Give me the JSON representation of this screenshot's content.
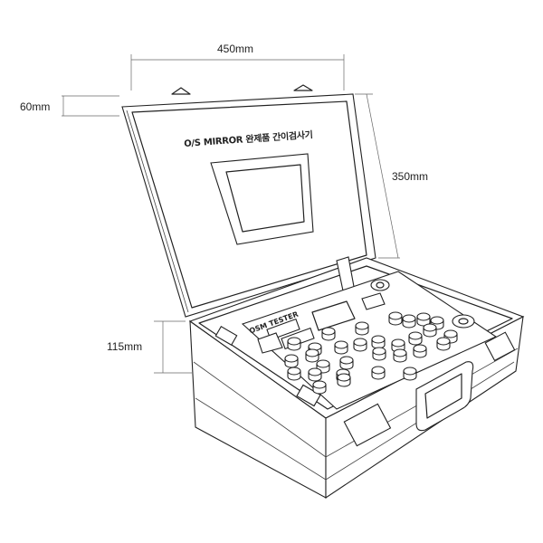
{
  "dimensions": {
    "width": "450mm",
    "lid_depth": "60mm",
    "depth": "350mm",
    "height": "115mm"
  },
  "lid_title": "O/S MIRROR 완제품 간이검사기",
  "panel_label": "OSM TESTER"
}
